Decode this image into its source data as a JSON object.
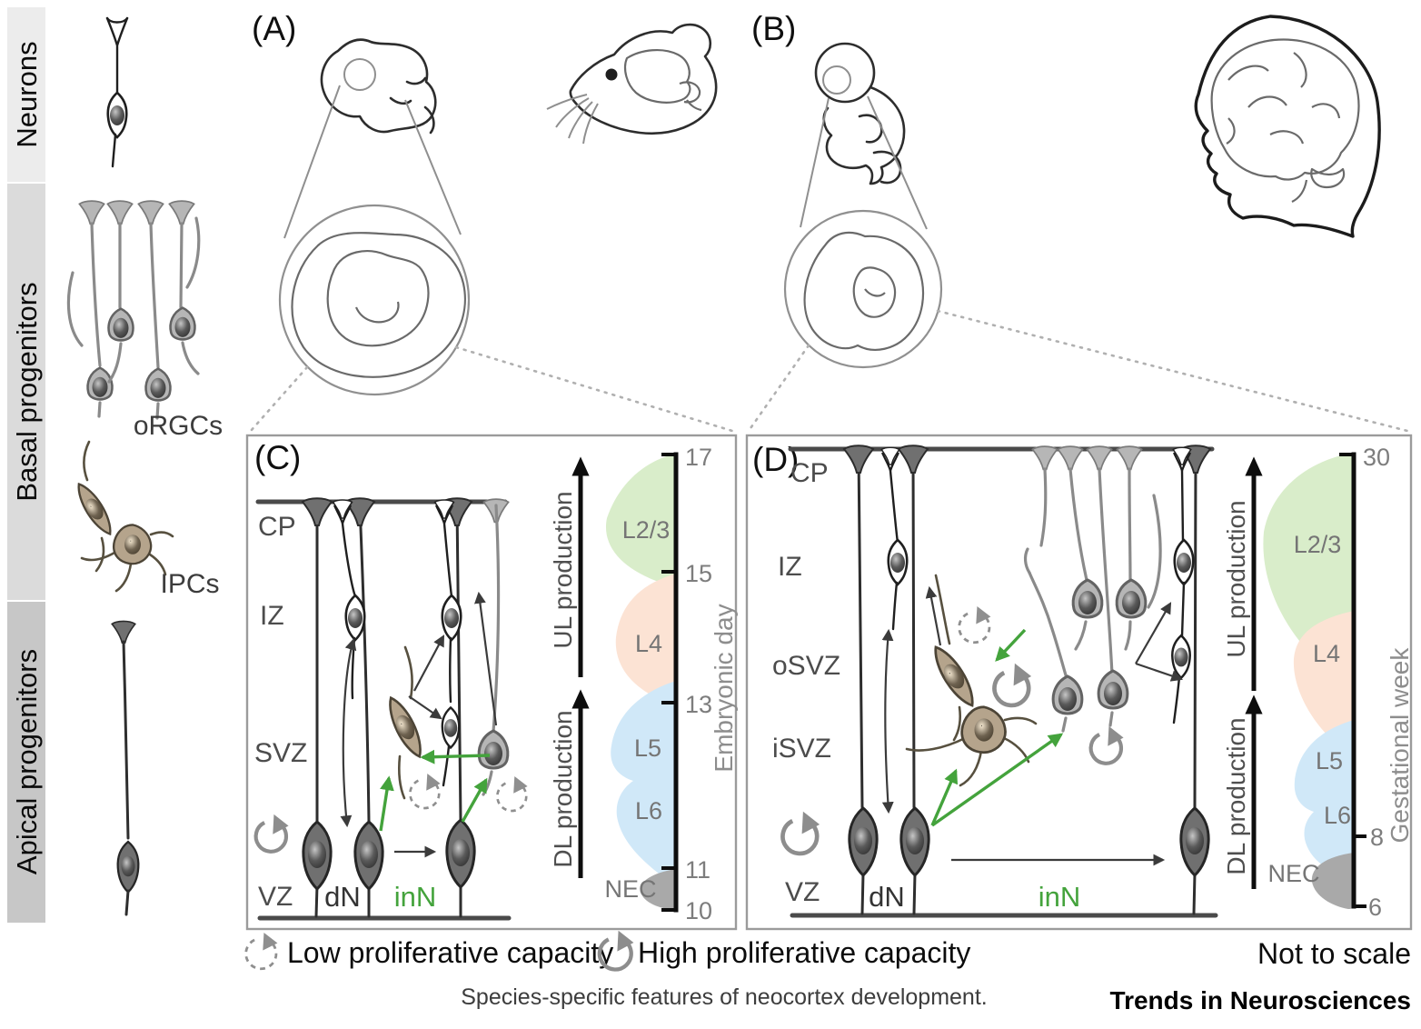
{
  "figure": {
    "caption": "Species-specific features of neocortex development.",
    "journal": "Trends in Neurosciences",
    "not_to_scale": "Not to scale"
  },
  "sidebar": {
    "bands": [
      {
        "label": "Neurons"
      },
      {
        "label": "Basal progenitors"
      },
      {
        "label": "Apical progenitors"
      }
    ],
    "orgcs": "oRGCs",
    "ipcs": "IPCs"
  },
  "panel_a": {
    "label": "(A)"
  },
  "panel_b": {
    "label": "(B)"
  },
  "panel_c": {
    "label": "(C)",
    "zones": {
      "cp": "CP",
      "iz": "IZ",
      "svz": "SVZ",
      "vz": "VZ"
    },
    "dn": "dN",
    "inn": "inN",
    "ul": "UL production",
    "dl": "DL production",
    "axis": "Embryonic day",
    "ticks": [
      "17",
      "15",
      "13",
      "11",
      "10"
    ],
    "layers": {
      "l23": "L2/3",
      "l4": "L4",
      "l5": "L5",
      "l6": "L6",
      "nec": "NEC"
    }
  },
  "panel_d": {
    "label": "(D)",
    "zones": {
      "cp": "CP",
      "iz": "IZ",
      "osvz": "oSVZ",
      "isvz": "iSVZ",
      "vz": "VZ"
    },
    "dn": "dN",
    "inn": "inN",
    "ul": "UL production",
    "dl": "DL production",
    "axis": "Gestational week",
    "ticks": [
      "30",
      "8",
      "6"
    ],
    "layers": {
      "l23": "L2/3",
      "l4": "L4",
      "l5": "L5",
      "l6": "L6",
      "nec": "NEC"
    }
  },
  "legend": {
    "low": "Low proliferative capacity",
    "high": "High proliferative capacity"
  },
  "colors": {
    "accent_green": "#44a33c",
    "layer_l23": "#d9edca",
    "layer_l4": "#fce3d4",
    "layer_l5_l6": "#d0e8f8",
    "layer_nec": "#a9a9a9",
    "ipc_brown": "#b5a48c",
    "orgc_gray": "#b6b6b6",
    "rgc_dark": "#707070",
    "band_neurons": "#ececec",
    "band_basal": "#dbdbdb",
    "band_apical": "#c7c7c7"
  }
}
